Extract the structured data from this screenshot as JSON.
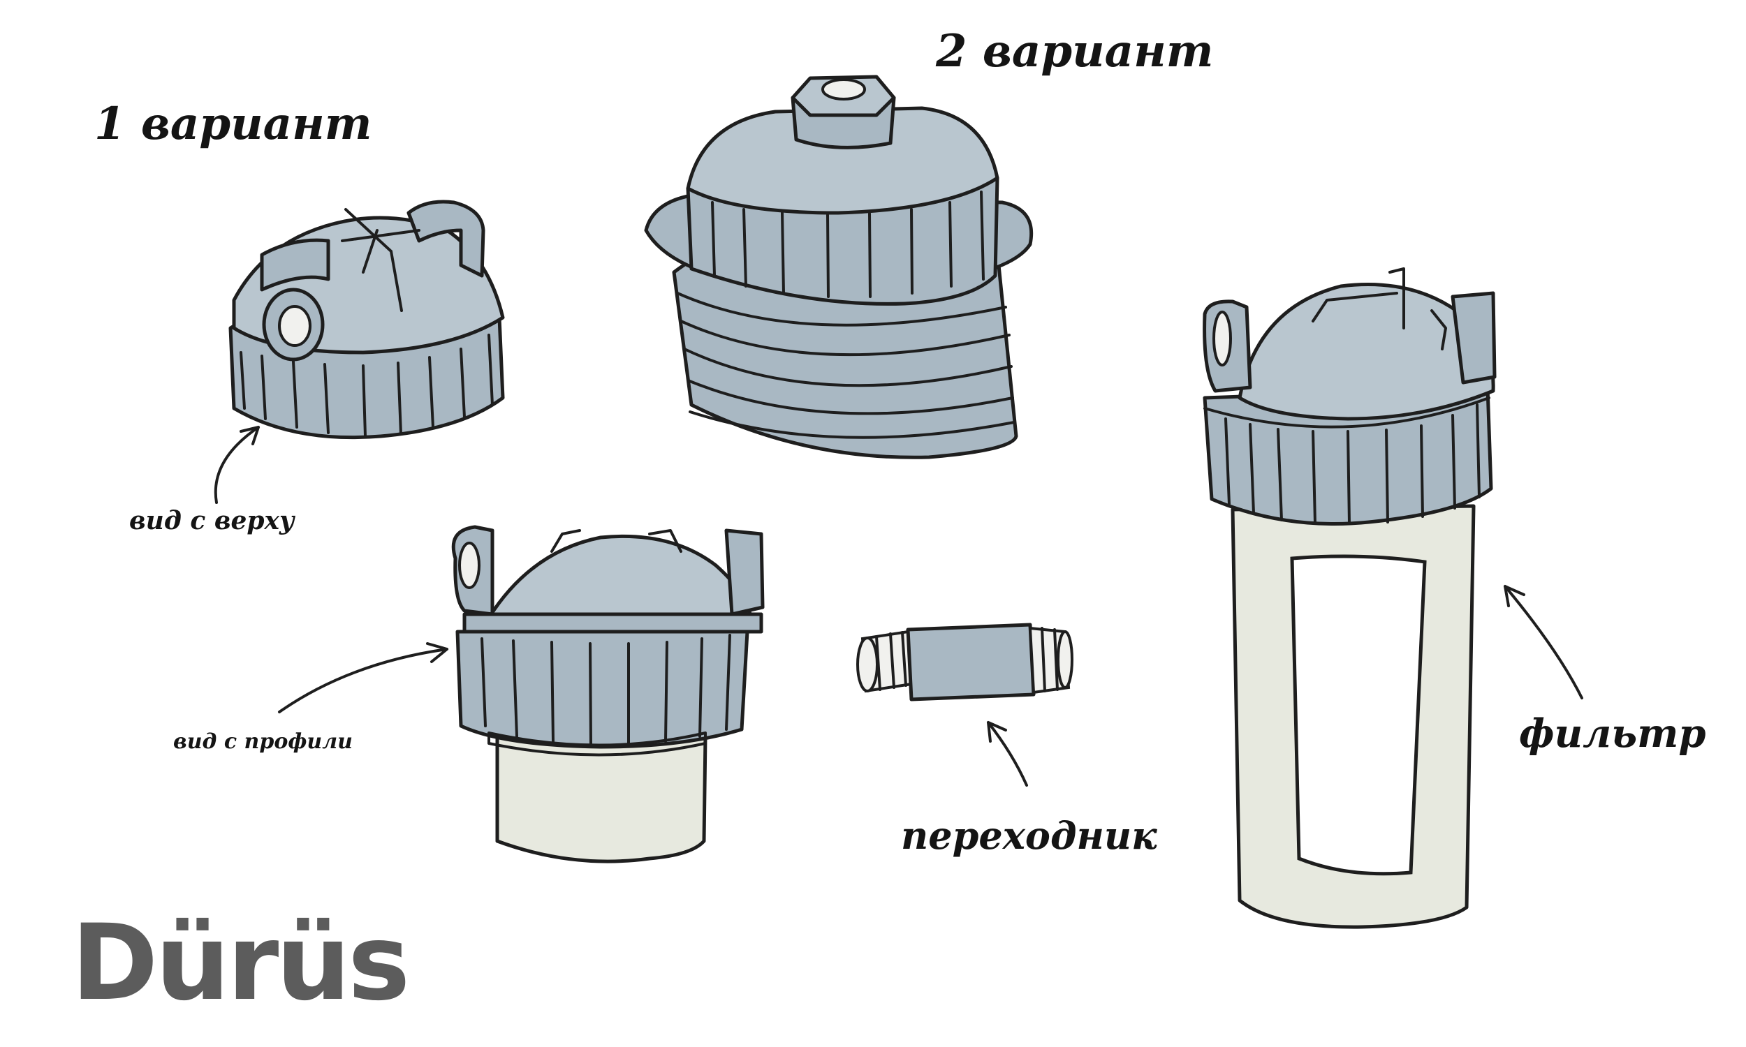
{
  "labels": {
    "variant_1": "1 вариант",
    "variant_2": "2 вариант",
    "top_view": "вид с верху",
    "profile_view": "вид с профили",
    "adapter": "переходник",
    "filter": "фильтр"
  },
  "brand": {
    "logo_text": "Dürüs"
  },
  "colors": {
    "cap_gray_blue": "#a9b8c3",
    "housing_cream": "#e7e9df",
    "ink": "#1e1e1e",
    "logo_gray": "#5c5c5c"
  }
}
